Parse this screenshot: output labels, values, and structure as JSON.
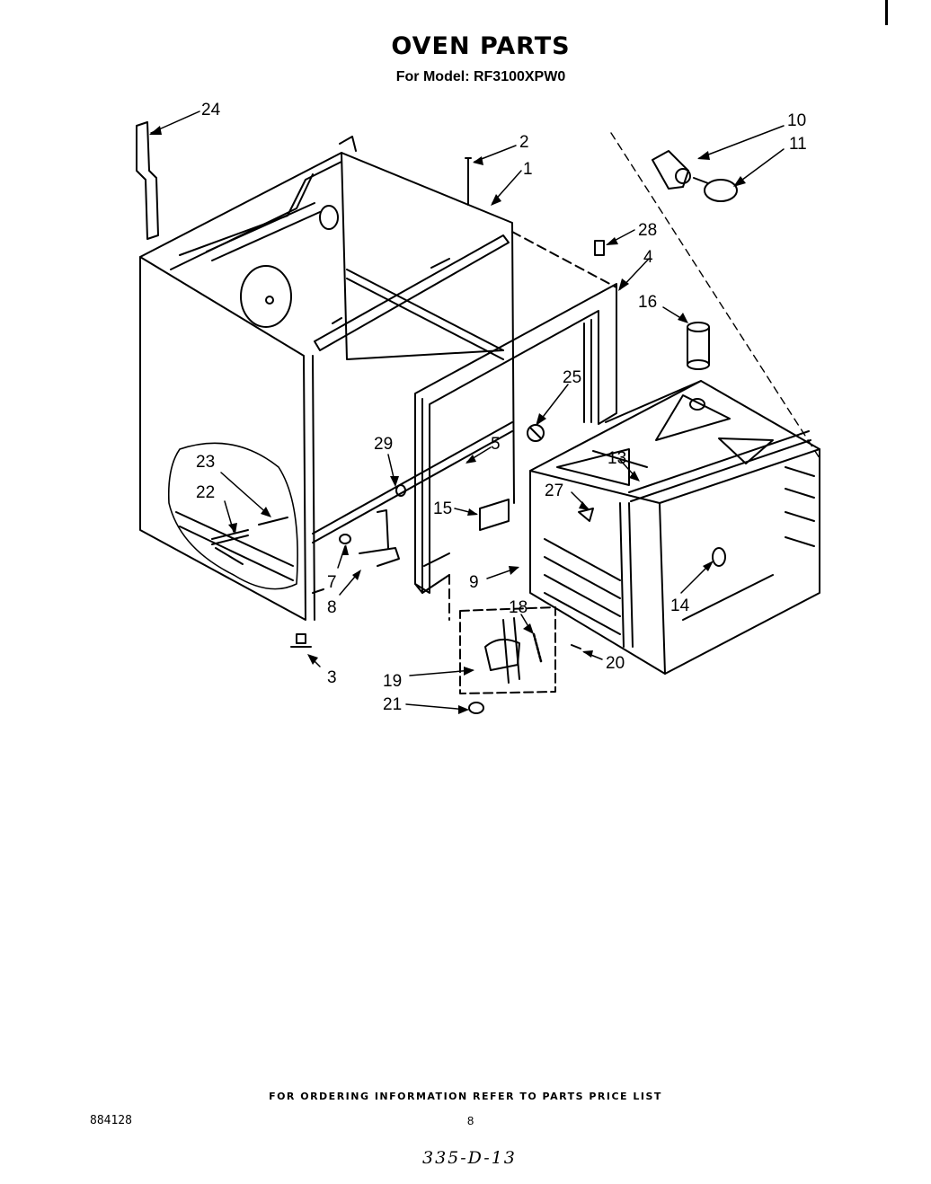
{
  "header": {
    "title": "OVEN PARTS",
    "subtitle": "For Model: RF3100XPW0"
  },
  "diagram": {
    "callouts": [
      "24",
      "2",
      "1",
      "10",
      "11",
      "28",
      "4",
      "16",
      "25",
      "29",
      "5",
      "23",
      "22",
      "15",
      "27",
      "13",
      "9",
      "7",
      "8",
      "18",
      "14",
      "3",
      "19",
      "20",
      "21"
    ]
  },
  "footer": {
    "ordering_note": "FOR ORDERING INFORMATION REFER TO PARTS PRICE LIST",
    "doc_number": "884128",
    "page_number": "8",
    "handwritten": "335-D-13"
  }
}
